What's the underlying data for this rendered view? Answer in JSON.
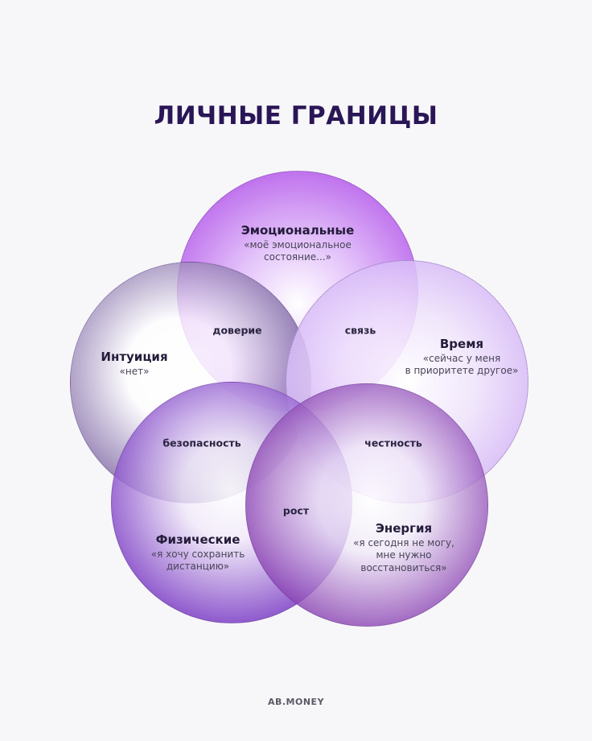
{
  "title": "ЛИЧНЫЕ ГРАНИЦЫ",
  "brand": "AB.MONEY",
  "colors": {
    "background": "#f7f7f9",
    "title": "#2a1656",
    "emotional": "#b15ee8",
    "intuition": "#3b2668",
    "time": "#c7a6f0",
    "physical": "#6a2db8",
    "energy": "#6e2a9a"
  },
  "circles": [
    {
      "id": "emotional",
      "title": "Эмоциональные",
      "quote_line1": "«моё эмоциональное",
      "quote_line2": "состояние...»"
    },
    {
      "id": "intuition",
      "title": "Интуиция",
      "quote_line1": "«нет»"
    },
    {
      "id": "time",
      "title": "Время",
      "quote_line1": "«сейчас у меня",
      "quote_line2": "в приоритете другое»"
    },
    {
      "id": "physical",
      "title": "Физические",
      "quote_line1": "«я хочу сохранить",
      "quote_line2": "дистанцию»"
    },
    {
      "id": "energy",
      "title": "Энергия",
      "quote_line1": "«я сегодня не могу,",
      "quote_line2": "мне нужно",
      "quote_line3": "восстановиться»"
    }
  ],
  "overlaps": {
    "trust": "доверие",
    "connection": "связь",
    "safety": "безопасность",
    "honesty": "честность",
    "growth": "рост"
  }
}
